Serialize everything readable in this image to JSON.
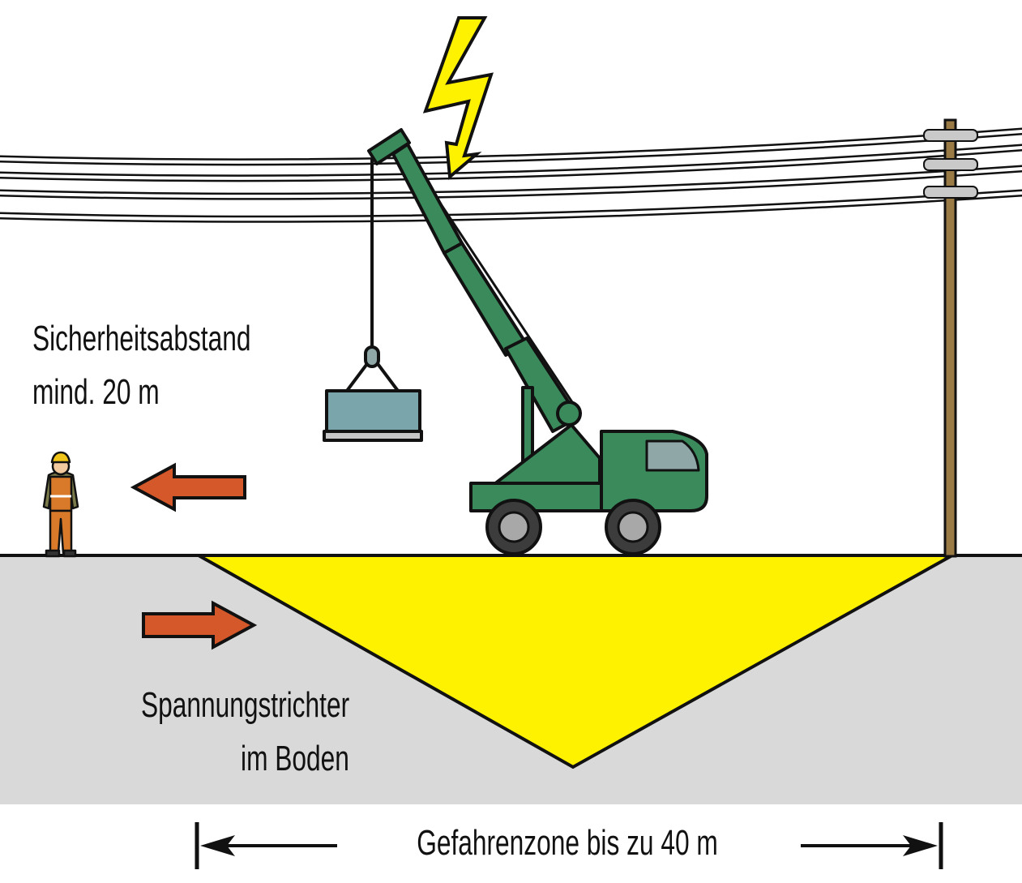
{
  "labels": {
    "safety_line1": "Sicherheitsabstand",
    "safety_line2": "mind. 20 m",
    "funnel_line1": "Spannungstrichter",
    "funnel_line2": "im Boden",
    "danger_zone": "Gefahrenzone bis zu 40 m"
  },
  "colors": {
    "ground": "#d9d9d9",
    "danger_funnel": "#fff200",
    "lightning": "#fff200",
    "crane": "#3a8a5c",
    "crane_dark": "#2e6e48",
    "arrow": "#d4582a",
    "load": "#7aa5aa",
    "pole": "#9b7b45",
    "worker_suit": "#d97a2a",
    "helmet": "#f0c419"
  },
  "icons": [
    "lightning-bolt-icon",
    "crane-truck-icon",
    "worker-icon",
    "power-pole-icon"
  ]
}
